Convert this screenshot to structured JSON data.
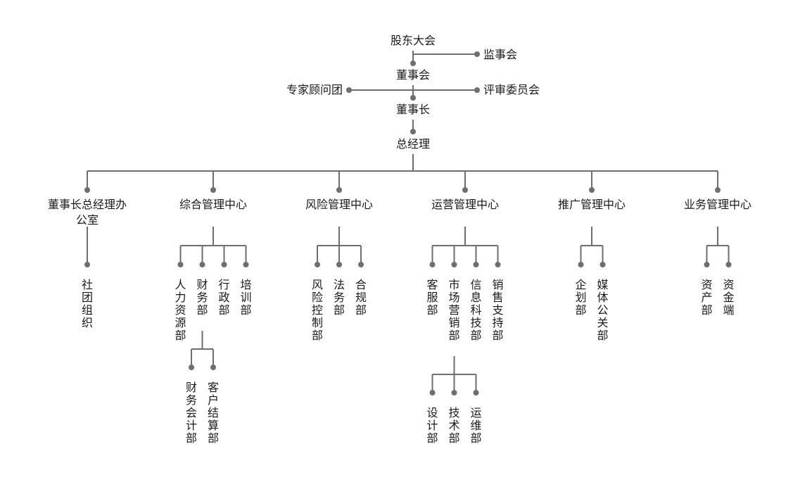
{
  "top": {
    "shareholders": "股东大会",
    "supervisors": "监事会",
    "board": "董事会",
    "experts": "专家顾问团",
    "review": "评审委员会",
    "chairman": "董事长",
    "gm": "总经理"
  },
  "centers": [
    {
      "name": "董事长总经理办公室",
      "depts": [
        {
          "name": "社团组织"
        }
      ]
    },
    {
      "name": "综合管理中心",
      "depts": [
        {
          "name": "人力资源部"
        },
        {
          "name": "财务部",
          "subdepts": [
            {
              "name": "财务会计部"
            },
            {
              "name": "客户结算部"
            }
          ]
        },
        {
          "name": "行政部"
        },
        {
          "name": "培训部"
        }
      ]
    },
    {
      "name": "风险管理中心",
      "depts": [
        {
          "name": "风险控制部"
        },
        {
          "name": "法务部"
        },
        {
          "name": "合规部"
        }
      ]
    },
    {
      "name": "运营管理中心",
      "depts": [
        {
          "name": "客服部"
        },
        {
          "name": "市场营销部",
          "subdepts": [
            {
              "name": "设计部"
            },
            {
              "name": "技术部"
            },
            {
              "name": "运维部"
            }
          ]
        },
        {
          "name": "信息科技部"
        },
        {
          "name": "销售支持部"
        }
      ]
    },
    {
      "name": "推广管理中心",
      "depts": [
        {
          "name": "企划部"
        },
        {
          "name": "媒体公关部"
        }
      ]
    },
    {
      "name": "业务管理中心",
      "depts": [
        {
          "name": "资产部"
        },
        {
          "name": "资金端"
        }
      ]
    }
  ]
}
